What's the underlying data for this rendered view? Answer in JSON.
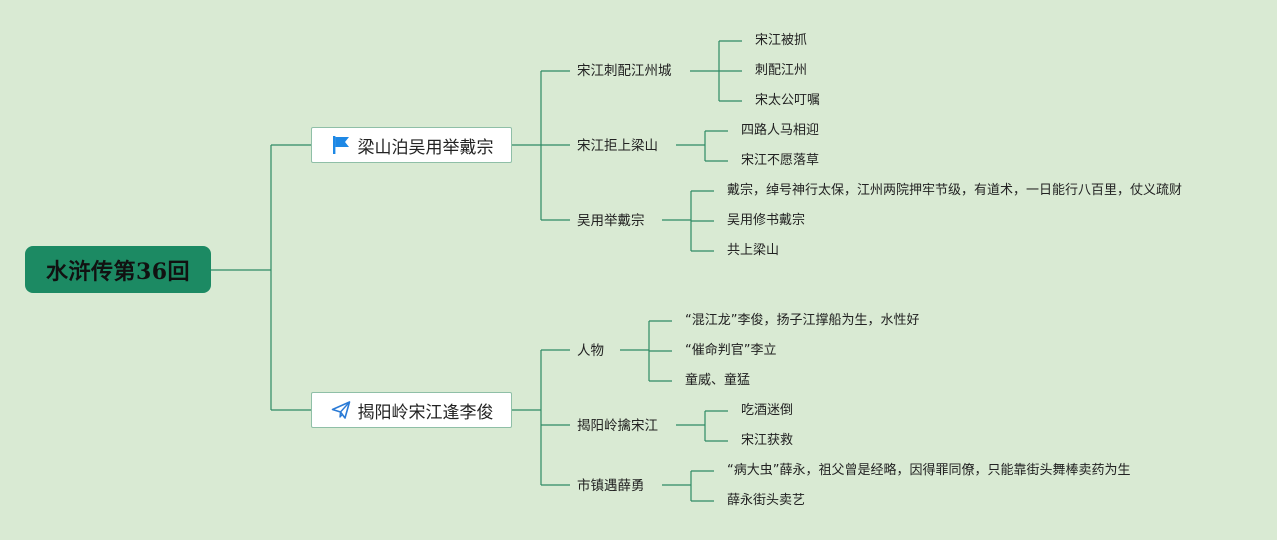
{
  "root": {
    "title": "水浒传第36回"
  },
  "branches": [
    {
      "title": "梁山泊吴用举戴宗",
      "icon": "flag-icon",
      "topics": [
        {
          "title": "宋江刺配江州城",
          "leaves": [
            "宋江被抓",
            "刺配江州",
            "宋太公叮嘱"
          ]
        },
        {
          "title": "宋江拒上梁山",
          "leaves": [
            "四路人马相迎",
            "宋江不愿落草"
          ]
        },
        {
          "title": "吴用举戴宗",
          "leaves": [
            "戴宗，绰号神行太保，江州两院押牢节级，有道术，一日能行八百里，仗义疏财",
            "吴用修书戴宗",
            "共上梁山"
          ]
        }
      ]
    },
    {
      "title": "揭阳岭宋江逢李俊",
      "icon": "paper-plane-icon",
      "topics": [
        {
          "title": "人物",
          "leaves": [
            "“混江龙”李俊，扬子江撑船为生，水性好",
            "“催命判官”李立",
            "童威、童猛"
          ]
        },
        {
          "title": "揭阳岭擒宋江",
          "leaves": [
            "吃酒迷倒",
            "宋江获救"
          ]
        },
        {
          "title": "市镇遇薛勇",
          "leaves": [
            "“病大虫”薛永，祖父曾是经略，因得罪同僚，只能靠街头舞棒卖药为生",
            "薛永街头卖艺"
          ]
        }
      ]
    }
  ],
  "colors": {
    "background": "#d9ead3",
    "root_fill": "#1c8a63",
    "line": "#2e8b64",
    "flag": "#1e88e5",
    "plane": "#2b7bd6"
  }
}
